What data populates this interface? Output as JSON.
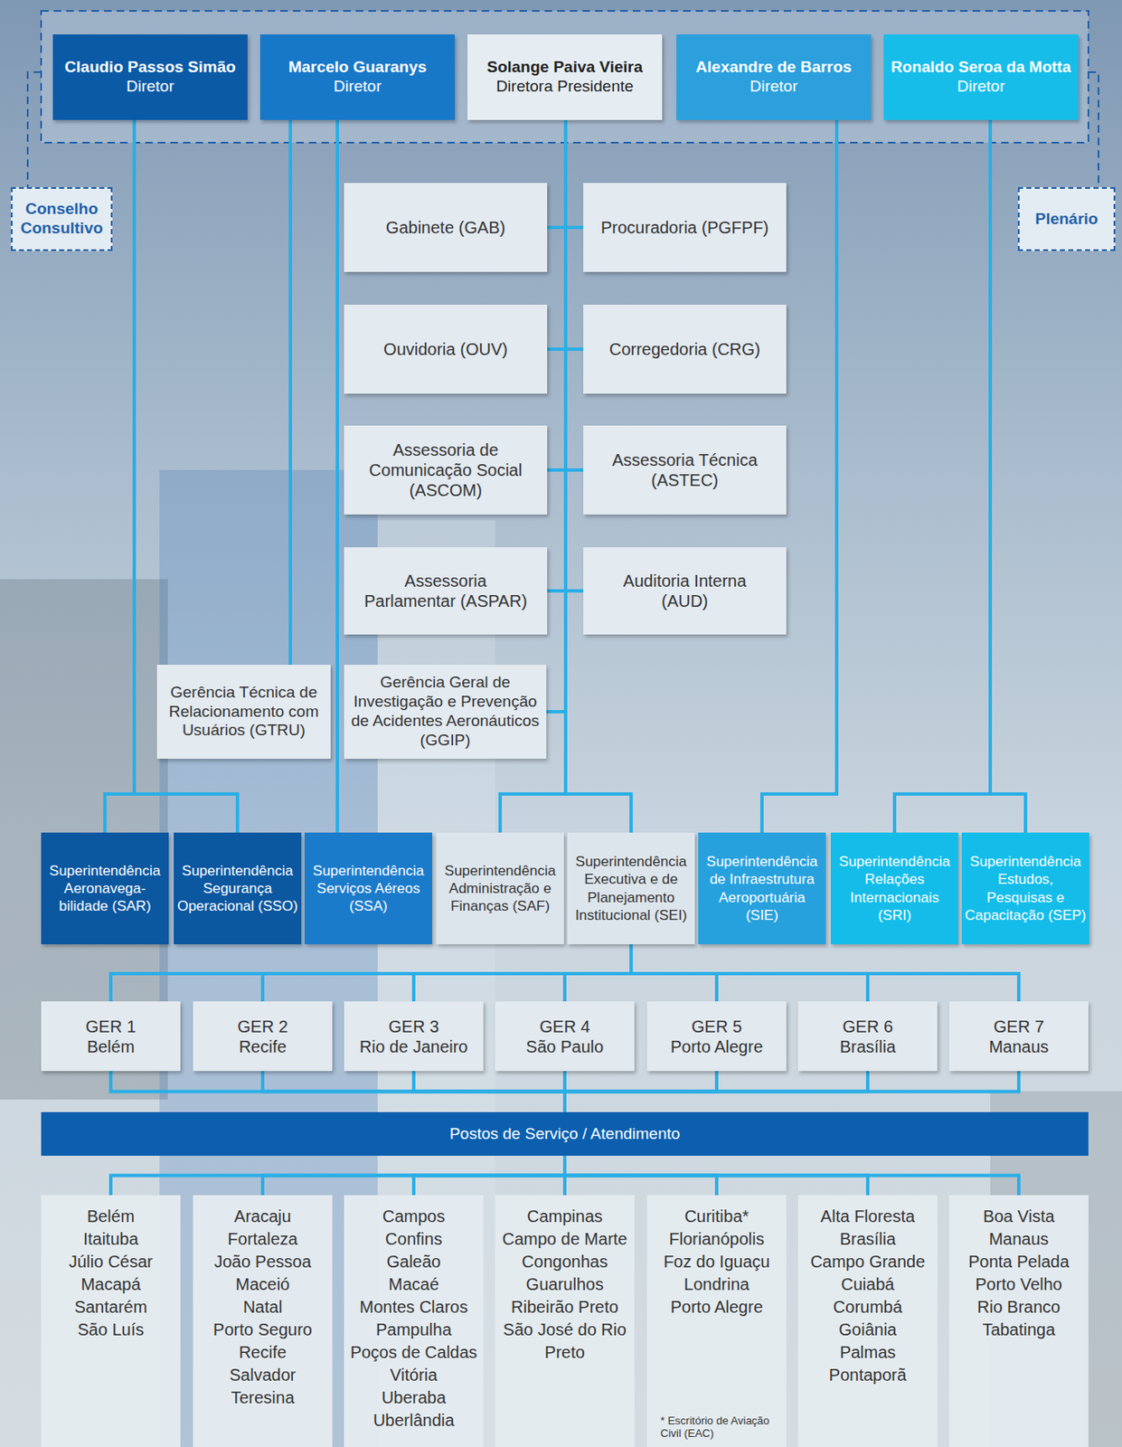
{
  "diagram": {
    "nodes": [
      {
        "text": [
          "Claudio Passos Simão",
          "Diretor"
        ]
      },
      {
        "text": [
          "Marcelo Guaranys",
          "Diretor"
        ]
      },
      {
        "text": [
          "Solange Paiva Vieira",
          "Diretora Presidente"
        ]
      },
      {
        "text": [
          "Alexandre de Barros",
          "Diretor"
        ]
      },
      {
        "text": [
          "Ronaldo Seroa da Motta",
          "Diretor"
        ]
      },
      {
        "text": [
          "Conselho Consultivo"
        ]
      },
      {
        "text": [
          "Plenário"
        ]
      },
      {
        "text": [
          "Gabinete (GAB)"
        ]
      },
      {
        "text": [
          "Procuradoria (PGFPF)"
        ]
      },
      {
        "text": [
          "Ouvidoria (OUV)"
        ]
      },
      {
        "text": [
          "Corregedoria (CRG)"
        ]
      },
      {
        "text": [
          "Assessoria de Comunicação Social (ASCOM)"
        ]
      },
      {
        "text": [
          "Assessoria Técnica (ASTEC)"
        ]
      },
      {
        "text": [
          "Assessoria Parlamentar (ASPAR)"
        ]
      },
      {
        "text": [
          "Auditoria Interna (AUD)"
        ]
      },
      {
        "text": [
          "Gerência Técnica de Relacionamento com Usuários (GTRU)"
        ]
      },
      {
        "text": [
          "Gerência Geral de Investigação e Prevenção de Acidentes Aeronáuticos (GGIP)"
        ]
      },
      {
        "text": [
          "Superintendência Aeronavega- bilidade (SAR)"
        ]
      },
      {
        "text": [
          "Superintendência Segurança Operacional (SSO)"
        ]
      },
      {
        "text": [
          "Superintendência Serviços Aéreos (SSA)"
        ]
      },
      {
        "text": [
          "Superintendência Administração e Finanças (SAF)"
        ]
      },
      {
        "text": [
          "Superintendência Executiva e de Planejamento Institucional (SEI)"
        ]
      },
      {
        "text": [
          "Superintendência de Infraestrutura Aeroportuária (SIE)"
        ]
      },
      {
        "text": [
          "Superintendência Relações Internacionais (SRI)"
        ]
      },
      {
        "text": [
          "Superintendência Estudos, Pesquisas e Capacitação (SEP)"
        ]
      },
      {
        "text": [
          "GER 1",
          "Belém"
        ]
      },
      {
        "text": [
          "GER 2",
          "Recife"
        ]
      },
      {
        "text": [
          "GER 3",
          "Rio de Janeiro"
        ]
      },
      {
        "text": [
          "GER 4",
          "São Paulo"
        ]
      },
      {
        "text": [
          "GER 5",
          "Porto Alegre"
        ]
      },
      {
        "text": [
          "GER 6",
          "Brasília"
        ]
      },
      {
        "text": [
          "GER 7",
          "Manaus"
        ]
      },
      {
        "text": [
          "Postos de Serviço / Atendimento"
        ]
      },
      {
        "text": [
          "Belém",
          "Itaituba",
          "Júlio César",
          "Macapá",
          "Santarém",
          "São Luís"
        ]
      },
      {
        "text": [
          "Aracaju",
          "Fortaleza",
          "João Pessoa",
          "Maceió",
          "Natal",
          "Porto Seguro",
          "Recife",
          "Salvador",
          "Teresina"
        ]
      },
      {
        "text": [
          "Campos",
          "Confins",
          "Galeão",
          "Macaé",
          "Montes Claros",
          "Pampulha",
          "Poços de Caldas",
          "Vitória",
          "Uberaba",
          "Uberlândia"
        ]
      },
      {
        "text": [
          "Campinas",
          "Campo de Marte",
          "Congonhas",
          "Guarulhos",
          "Ribeirão Preto",
          "São José do Rio Preto"
        ]
      },
      {
        "text": [
          "Curitiba*",
          "Florianópolis",
          "Foz do Iguaçu",
          "Londrina",
          "Porto Alegre",
          "* Escritório de Aviação Civil (EAC)"
        ]
      },
      {
        "text": [
          "Alta Floresta",
          "Brasília",
          "Campo Grande",
          "Cuiabá",
          "Corumbá",
          "Goiânia",
          "Palmas",
          "Pontaporã"
        ]
      },
      {
        "text": [
          "Boa Vista",
          "Manaus",
          "Ponta Pelada",
          "Porto Velho",
          "Rio Branco",
          "Tabatinga"
        ]
      }
    ],
    "edges": [
      {
        "from": 0,
        "to": 17,
        "arrow": "none"
      },
      {
        "from": 0,
        "to": 18,
        "arrow": "none"
      },
      {
        "from": 1,
        "to": 15,
        "arrow": "none"
      },
      {
        "from": 1,
        "to": 19,
        "arrow": "none"
      },
      {
        "from": 2,
        "to": 7,
        "arrow": "none"
      },
      {
        "from": 2,
        "to": 8,
        "arrow": "none"
      },
      {
        "from": 2,
        "to": 9,
        "arrow": "none"
      },
      {
        "from": 2,
        "to": 10,
        "arrow": "none"
      },
      {
        "from": 2,
        "to": 11,
        "arrow": "none"
      },
      {
        "from": 2,
        "to": 12,
        "arrow": "none"
      },
      {
        "from": 2,
        "to": 13,
        "arrow": "none"
      },
      {
        "from": 2,
        "to": 14,
        "arrow": "none"
      },
      {
        "from": 2,
        "to": 16,
        "arrow": "none"
      },
      {
        "from": 2,
        "to": 20,
        "arrow": "none"
      },
      {
        "from": 2,
        "to": 21,
        "arrow": "none"
      },
      {
        "from": 3,
        "to": 22,
        "arrow": "none"
      },
      {
        "from": 4,
        "to": 23,
        "arrow": "none"
      },
      {
        "from": 4,
        "to": 24,
        "arrow": "none"
      },
      {
        "from": 21,
        "to": 25,
        "arrow": "none"
      },
      {
        "from": 21,
        "to": 26,
        "arrow": "none"
      },
      {
        "from": 21,
        "to": 27,
        "arrow": "none"
      },
      {
        "from": 21,
        "to": 28,
        "arrow": "none"
      },
      {
        "from": 21,
        "to": 29,
        "arrow": "none"
      },
      {
        "from": 21,
        "to": 30,
        "arrow": "none"
      },
      {
        "from": 21,
        "to": 31,
        "arrow": "none"
      },
      {
        "from": 25,
        "to": 32,
        "arrow": "none"
      },
      {
        "from": 26,
        "to": 32,
        "arrow": "none"
      },
      {
        "from": 27,
        "to": 32,
        "arrow": "none"
      },
      {
        "from": 28,
        "to": 32,
        "arrow": "none"
      },
      {
        "from": 29,
        "to": 32,
        "arrow": "none"
      },
      {
        "from": 30,
        "to": 32,
        "arrow": "none"
      },
      {
        "from": 31,
        "to": 32,
        "arrow": "none"
      },
      {
        "from": 32,
        "to": 33,
        "arrow": "none"
      },
      {
        "from": 32,
        "to": 34,
        "arrow": "none"
      },
      {
        "from": 32,
        "to": 35,
        "arrow": "none"
      },
      {
        "from": 32,
        "to": 36,
        "arrow": "none"
      },
      {
        "from": 32,
        "to": 37,
        "arrow": "none"
      },
      {
        "from": 32,
        "to": 38,
        "arrow": "none"
      },
      {
        "from": 32,
        "to": 39,
        "arrow": "none"
      }
    ]
  }
}
